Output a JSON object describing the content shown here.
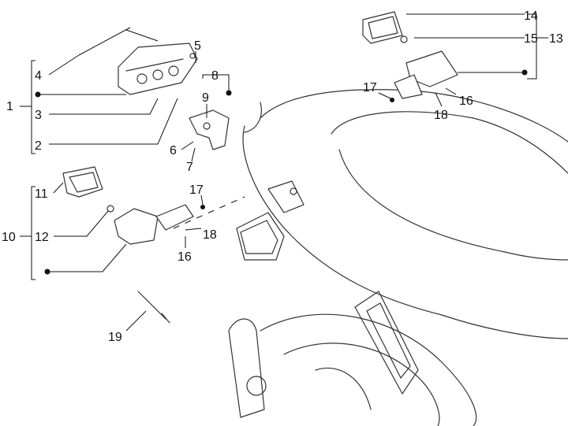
{
  "labels": {
    "l1": "1",
    "l2": "2",
    "l3": "3",
    "l4": "4",
    "l5": "5",
    "l6": "6",
    "l7": "7",
    "l8": "8",
    "l9": "9",
    "l10": "10",
    "l11": "11",
    "l12": "12",
    "l13": "13",
    "l14": "14",
    "l15": "15",
    "l16a": "16",
    "l17a": "17",
    "l18a": "18",
    "l16b": "16",
    "l17b": "17",
    "l18b": "18",
    "l19": "19"
  }
}
